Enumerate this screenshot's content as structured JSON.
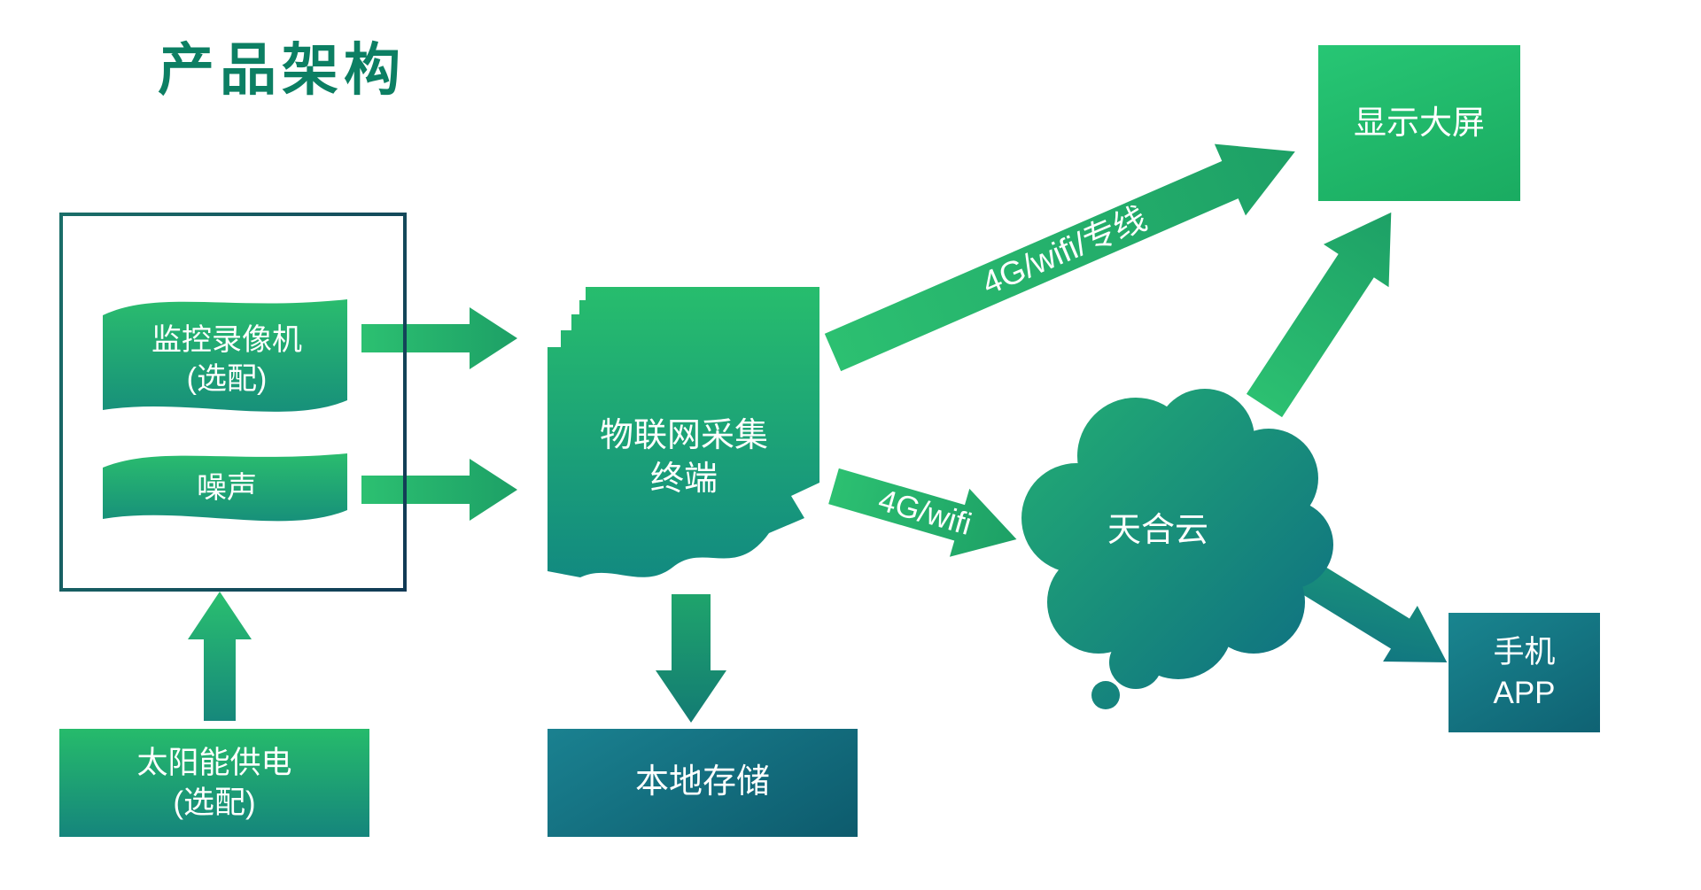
{
  "title": "产品架构",
  "palette": {
    "green": "#26bb6c",
    "teal": "#116e7e",
    "title_green": "#0c7f63",
    "outline_navy": "#113a55"
  },
  "nodes": {
    "camera": {
      "line1": "监控录像机",
      "line2": "(选配)"
    },
    "noise": {
      "label": "噪声"
    },
    "terminal": {
      "line1": "物联网采集",
      "line2": "终端"
    },
    "display": {
      "label": "显示大屏"
    },
    "cloud": {
      "label": "天合云"
    },
    "app": {
      "line1": "手机",
      "line2": "APP"
    },
    "storage": {
      "label": "本地存储"
    },
    "solar": {
      "line1": "太阳能供电",
      "line2": "(选配)"
    }
  },
  "edges": {
    "terminal_display": {
      "label": "4G/wifi/专线"
    },
    "terminal_cloud": {
      "label": "4G/wifi"
    }
  }
}
